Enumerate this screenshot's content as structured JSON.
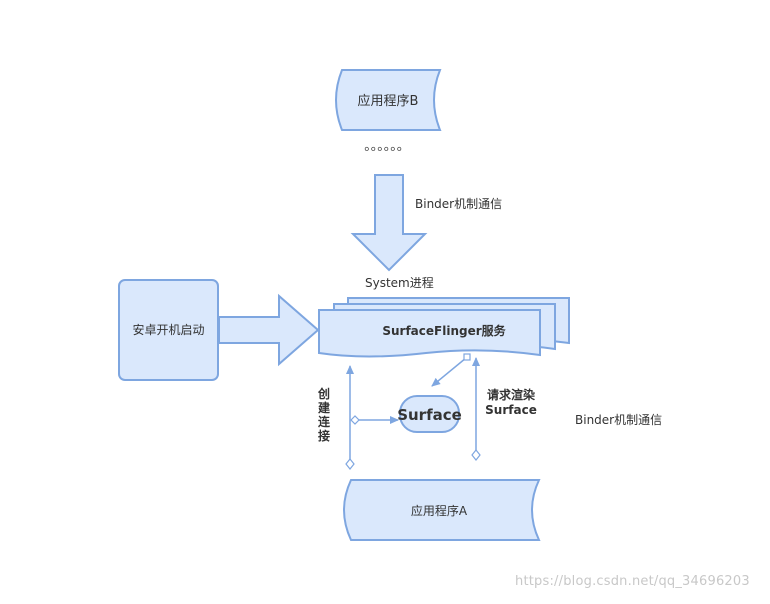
{
  "nodes": {
    "app_b": "应用程序B",
    "dots": "。。。。。。",
    "binder_top": "Binder机制通信",
    "system_process": "System进程",
    "android_boot": "安卓开机启动",
    "surfaceflinger": "SurfaceFlinger服务",
    "create_connection": [
      "创",
      "建",
      "连",
      "接"
    ],
    "surface": "Surface",
    "request_render_line1": "请求渲染",
    "request_render_line2": "Surface",
    "binder_right": "Binder机制通信",
    "app_a": "应用程序A"
  },
  "watermark": "https://blog.csdn.net/qq_34696203",
  "colors": {
    "fill": "#dae8fc",
    "stroke": "#7ea6e0",
    "text": "#333333"
  }
}
